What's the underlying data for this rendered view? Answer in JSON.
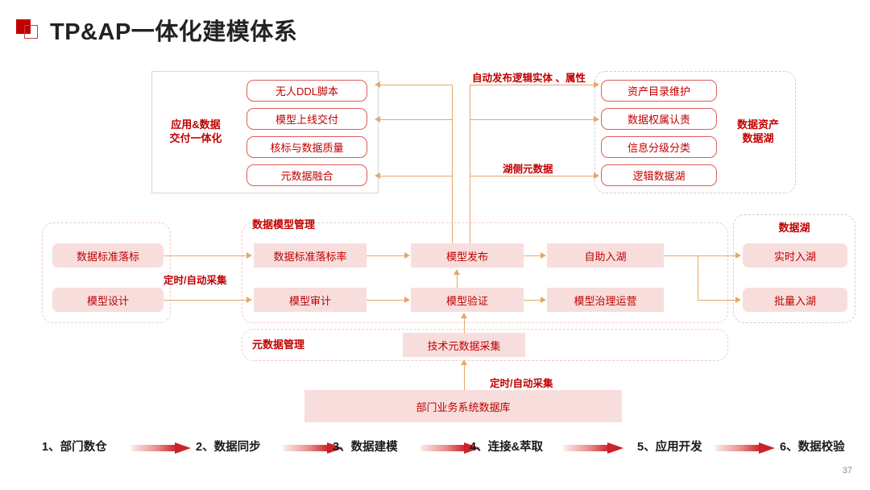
{
  "slide": {
    "title": "TP&AP一体化建模体系",
    "page_number": "37",
    "accent_color": "#c00000",
    "box_fill": "#f7dedd",
    "connector_color": "#e5a86a"
  },
  "delivery_group": {
    "label_line1": "应用&数据",
    "label_line2": "交付一体化",
    "items": [
      {
        "label": "无人DDL脚本"
      },
      {
        "label": "模型上线交付"
      },
      {
        "label": "核标与数据质量"
      },
      {
        "label": "元数据融合"
      }
    ]
  },
  "asset_group": {
    "label_line1": "数据资产",
    "label_line2": "数据湖",
    "items": [
      {
        "label": "资产目录维护"
      },
      {
        "label": "数据权属认责"
      },
      {
        "label": "信息分级分类"
      },
      {
        "label": "逻辑数据湖"
      }
    ]
  },
  "edge_labels": {
    "publish_logical_entity": "自动发布逻辑实体 、属性",
    "lake_side_metadata": "湖侧元数据",
    "scheduled_collection_top": "定时/自动采集",
    "scheduled_collection_bottom": "定时/自动采集"
  },
  "pipeline": {
    "dept_group_items": [
      {
        "label": "数据标准落标"
      },
      {
        "label": "模型设计"
      }
    ],
    "model_mgmt_label": "数据模型管理",
    "model_mgmt_items": [
      {
        "label": "数据标准落标率"
      },
      {
        "label": "模型审计"
      },
      {
        "label": "模型发布"
      },
      {
        "label": "模型验证"
      },
      {
        "label": "自助入湖"
      },
      {
        "label": "模型治理运营"
      }
    ],
    "lake_label": "数据湖",
    "lake_items": [
      {
        "label": "实时入湖"
      },
      {
        "label": "批量入湖"
      }
    ],
    "metadata_mgmt_label": "元数据管理",
    "metadata_collect": "技术元数据采集",
    "source_db": "部门业务系统数据库"
  },
  "legend": {
    "steps": [
      {
        "label": "1、部门数仓"
      },
      {
        "label": "2、数据同步"
      },
      {
        "label": "3、数据建模"
      },
      {
        "label": "4、连接&萃取"
      },
      {
        "label": "5、应用开发"
      },
      {
        "label": "6、数据校验"
      }
    ]
  }
}
